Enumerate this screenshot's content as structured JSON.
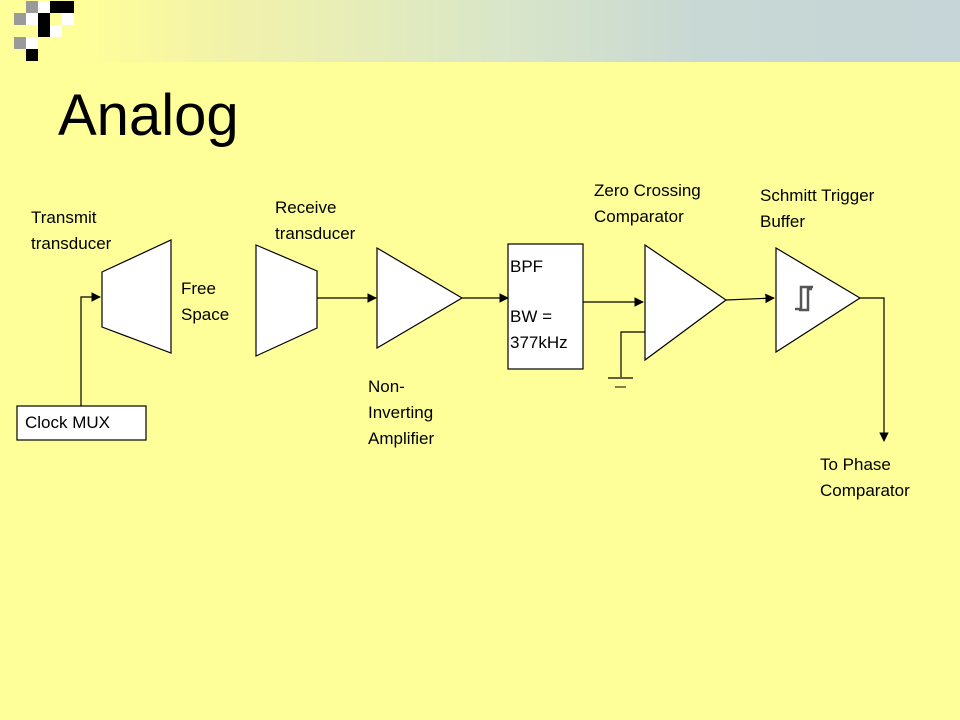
{
  "slide": {
    "title": "Analog"
  },
  "labels": {
    "transmit_transducer": "Transmit\ntransducer",
    "free_space": "Free\nSpace",
    "receive_transducer": "Receive\ntransducer",
    "non_inverting_amplifier": "Non-\nInverting\nAmplifier",
    "bpf": "BPF",
    "bandwidth": "BW =\n377kHz",
    "zero_crossing_comparator": "Zero Crossing\nComparator",
    "schmitt_trigger_buffer": "Schmitt Trigger\nBuffer",
    "clock_mux": "Clock MUX",
    "to_phase_comparator": "To Phase\nComparator"
  },
  "colors": {
    "background": "#FFFF99",
    "line": "#000000",
    "block_fill": "#FFFFFF"
  }
}
